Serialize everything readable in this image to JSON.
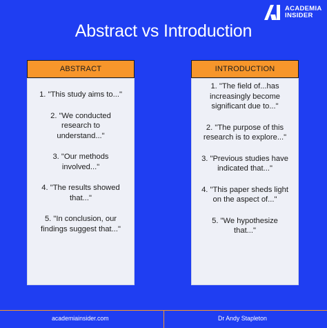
{
  "brand": {
    "line1": "ACADEMIA",
    "line2": "INSIDER"
  },
  "title": "Abstract vs Introduction",
  "columns": {
    "left": {
      "header": "ABSTRACT",
      "items": [
        "1. \"This study aims to...\"",
        "2. \"We conducted research to understand...\"",
        "3. \"Our methods involved...\"",
        "4. \"The results showed that...\"",
        "5. \"In conclusion, our findings suggest that...\""
      ]
    },
    "right": {
      "header": "INTRODUCTION",
      "items": [
        "1. \"The field of...has increasingly become significant due to...\"",
        "2. \"The purpose of this research is to explore...\"",
        "3. \"Previous studies have indicated that...\"",
        "4. \"This paper sheds light on the aspect of...\"",
        "5. \"We hypothesize that...\""
      ]
    }
  },
  "footer": {
    "website": "academiainsider.com",
    "author": "Dr Andy Stapleton"
  },
  "colors": {
    "background": "#1f3ef2",
    "accent": "#f7962b",
    "card": "#eef0f7"
  }
}
